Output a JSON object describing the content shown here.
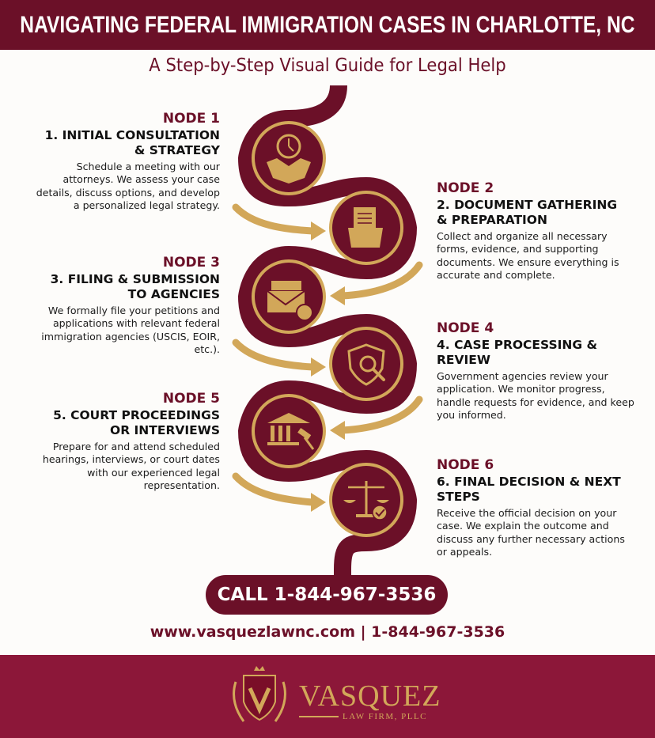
{
  "header": {
    "title": "NAVIGATING FEDERAL IMMIGRATION CASES IN CHARLOTTE, NC",
    "subtitle": "A Step-by-Step Visual Guide for Legal Help"
  },
  "colors": {
    "maroon": "#6b1028",
    "footer_maroon": "#8c1739",
    "gold": "#d2a759",
    "background": "#fdfcfa"
  },
  "nodes": [
    {
      "label": "NODE 1",
      "title": "1. INITIAL CONSULTATION & STRATEGY",
      "title_lines": [
        "1. INITIAL CONSULTATION",
        "& STRATEGY"
      ],
      "description": "Schedule a meeting with our attorneys. We assess your case details, discuss options, and develop a personalized legal strategy.",
      "icon": "handshake-clock-icon",
      "side": "left"
    },
    {
      "label": "NODE 2",
      "title": "2. DOCUMENT GATHERING & PREPARATION",
      "title_lines": [
        "2. DOCUMENT GATHERING",
        "& PREPARATION"
      ],
      "description": "Collect and organize all necessary forms, evidence, and supporting documents. We ensure everything is accurate and complete.",
      "icon": "document-folder-icon",
      "side": "right"
    },
    {
      "label": "NODE 3",
      "title": "3. FILING & SUBMISSION TO AGENCIES",
      "title_lines": [
        "3. FILING & SUBMISSION",
        "TO AGENCIES"
      ],
      "description": "We formally file your petitions and applications with relevant federal immigration agencies (USCIS, EOIR, etc.).",
      "icon": "envelope-send-icon",
      "side": "left"
    },
    {
      "label": "NODE 4",
      "title": "4. CASE PROCESSING & REVIEW",
      "title_lines": [
        "4. CASE PROCESSING &",
        "REVIEW"
      ],
      "description": "Government agencies review your application. We monitor progress, handle requests for evidence, and keep you informed.",
      "icon": "shield-magnifier-icon",
      "side": "right"
    },
    {
      "label": "NODE 5",
      "title": "5. COURT PROCEEDINGS OR INTERVIEWS",
      "title_lines": [
        "5. COURT PROCEEDINGS",
        "OR INTERVIEWS"
      ],
      "description": "Prepare for and attend scheduled hearings, interviews, or court dates with our experienced legal representation.",
      "icon": "courthouse-gavel-icon",
      "side": "left"
    },
    {
      "label": "NODE 6",
      "title": "6. FINAL DECISION & NEXT STEPS",
      "title_lines": [
        "6. FINAL DECISION & NEXT",
        "STEPS"
      ],
      "description": "Receive the official decision on your case. We explain the outcome and discuss any further necessary actions or appeals.",
      "icon": "scales-check-icon",
      "side": "right"
    }
  ],
  "cta": {
    "call_label": "CALL 1-844-967-3536",
    "contact_line": "www.vasquezlawnc.com | 1-844-967-3536"
  },
  "footer": {
    "logo_name": "VASQUEZ",
    "logo_sub": "LAW FIRM, PLLC"
  }
}
